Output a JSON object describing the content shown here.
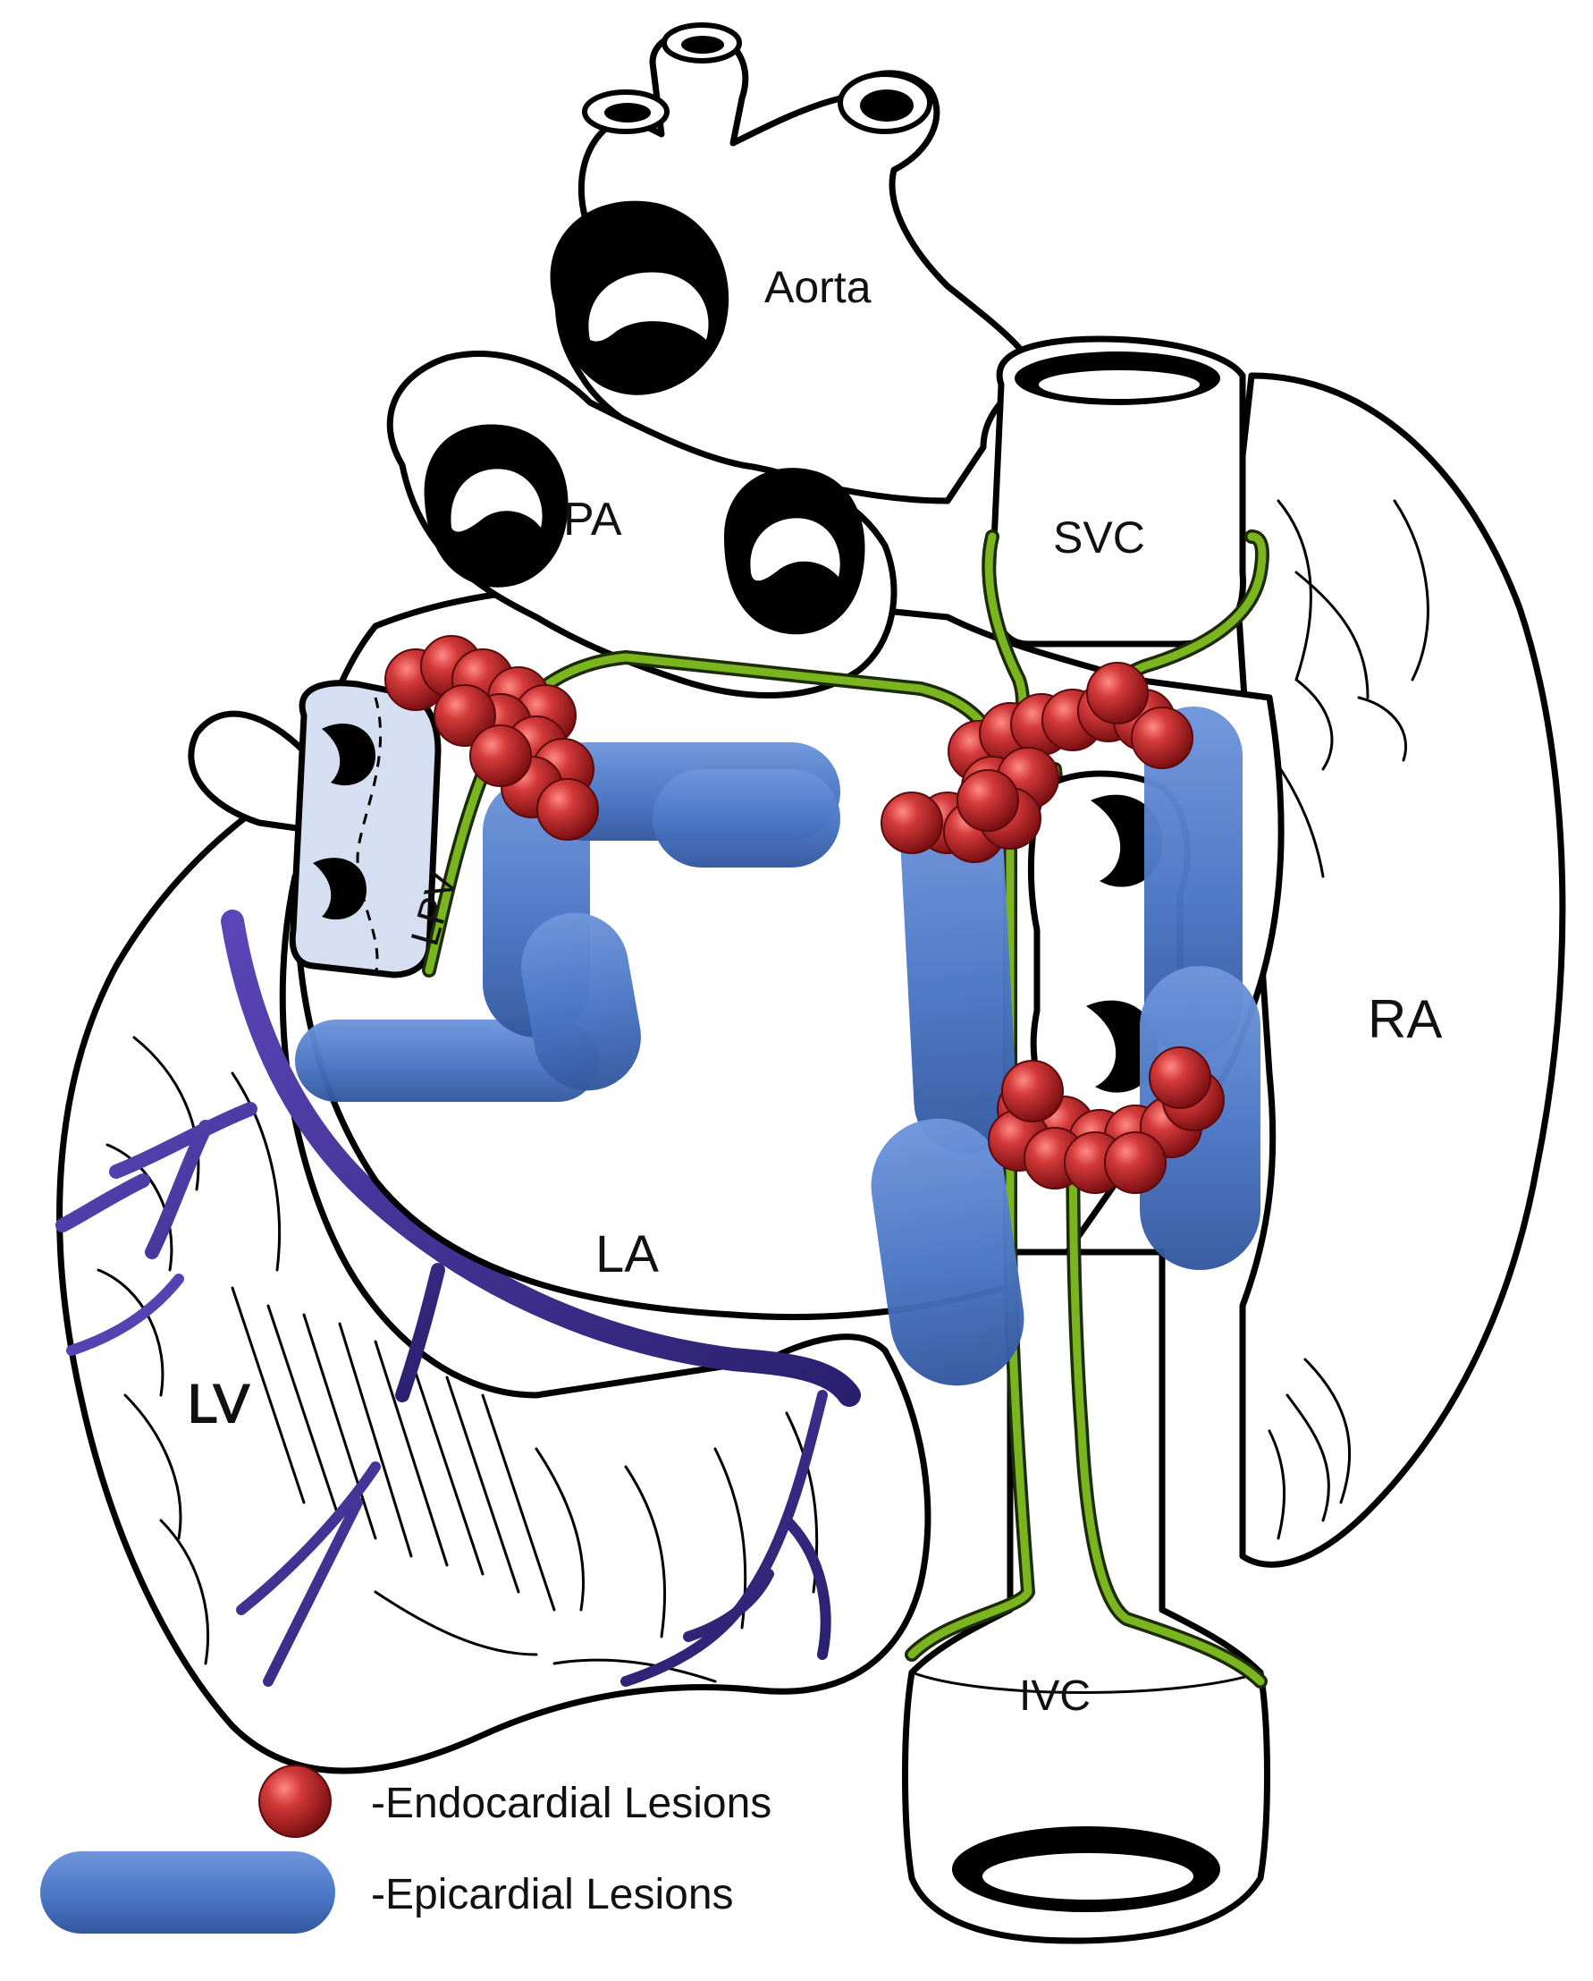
{
  "labels": {
    "aorta": "Aorta",
    "pa": "PA",
    "svc": "SVC",
    "lpv": "LPV",
    "ra": "RA",
    "la": "LA",
    "lv": "LV",
    "ivc": "IVC"
  },
  "legend": {
    "endocardial": "-Endocardial Lesions",
    "epicardial": "-Epicardial Lesions"
  },
  "colors": {
    "endocardial": "#c4252b",
    "epicardial": "#4a76c4",
    "nerve": "#7ab51d",
    "vein": "#3a2a8a",
    "lpv_fill": "#d6def2"
  }
}
